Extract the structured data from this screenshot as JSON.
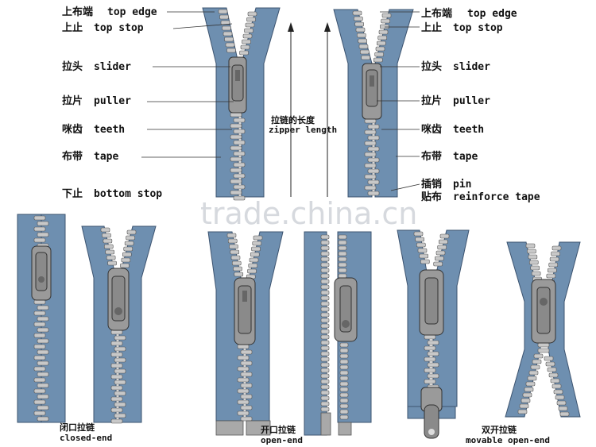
{
  "labels_left": [
    {
      "cn": "上布端",
      "en": "top edge"
    },
    {
      "cn": "上止",
      "en": "top stop"
    },
    {
      "cn": "拉头",
      "en": "slider"
    },
    {
      "cn": "拉片",
      "en": "puller"
    },
    {
      "cn": "咪齿",
      "en": "teeth"
    },
    {
      "cn": "布带",
      "en": "tape"
    },
    {
      "cn": "下止",
      "en": "bottom stop"
    }
  ],
  "labels_right": [
    {
      "cn": "上布端",
      "en": "top edge"
    },
    {
      "cn": "上止",
      "en": "top stop"
    },
    {
      "cn": "拉头",
      "en": "slider"
    },
    {
      "cn": "拉片",
      "en": "puller"
    },
    {
      "cn": "咪齿",
      "en": "teeth"
    },
    {
      "cn": "布带",
      "en": "tape"
    },
    {
      "cn": "插销",
      "en": "pin"
    },
    {
      "cn": "贴布",
      "en": "reinforce tape"
    }
  ],
  "length_label": {
    "cn": "拉链的长度",
    "en": "zipper length"
  },
  "watermark": "trade.china.cn",
  "types": [
    {
      "cn": "闭口拉链",
      "en": "closed-end"
    },
    {
      "cn": "开口拉链",
      "en": "open-end"
    },
    {
      "cn": "双开拉链",
      "en": "movable open-end"
    }
  ],
  "colors": {
    "tape": "#6e8fb0",
    "teeth": "#c8c8c8",
    "slider": "#9a9a9a"
  }
}
